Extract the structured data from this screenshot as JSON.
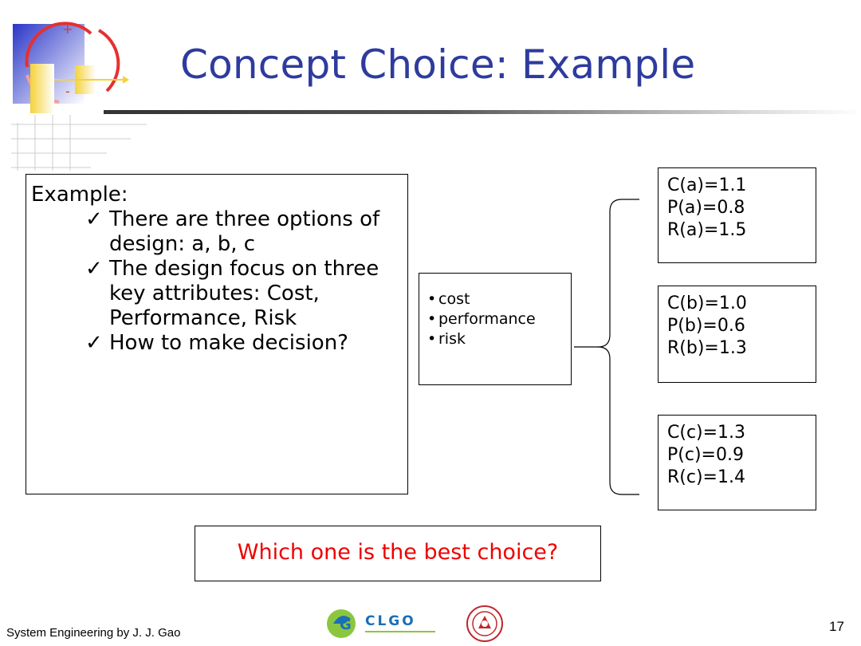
{
  "slide": {
    "title": "Concept Choice: Example",
    "logo_icon": "process-cycle-icon"
  },
  "example": {
    "heading": "Example:",
    "bullet_glyph": "✓",
    "items": [
      "There are three options of design: a, b, c",
      "The design focus on three key attributes: Cost, Performance, Risk",
      "How to make decision?"
    ]
  },
  "attributes": {
    "bullet_glyph": "•",
    "items": [
      "cost",
      "performance",
      "risk"
    ]
  },
  "options": [
    {
      "lines": [
        "C(a)=1.1",
        "P(a)=0.8",
        "R(a)=1.5"
      ]
    },
    {
      "lines": [
        "C(b)=1.0",
        "P(b)=0.6",
        "R(b)=1.3"
      ]
    },
    {
      "lines": [
        "C(c)=1.3",
        "P(c)=0.9",
        "R(c)=1.4"
      ]
    }
  ],
  "question": "Which one is the best choice?",
  "footer": {
    "text": "System Engineering by J. J. Gao",
    "page_number": "17",
    "logo_text": "CLGO",
    "seal_icon": "university-seal-icon"
  },
  "colors": {
    "title": "#2e3b9e",
    "question": "#ee0000"
  }
}
